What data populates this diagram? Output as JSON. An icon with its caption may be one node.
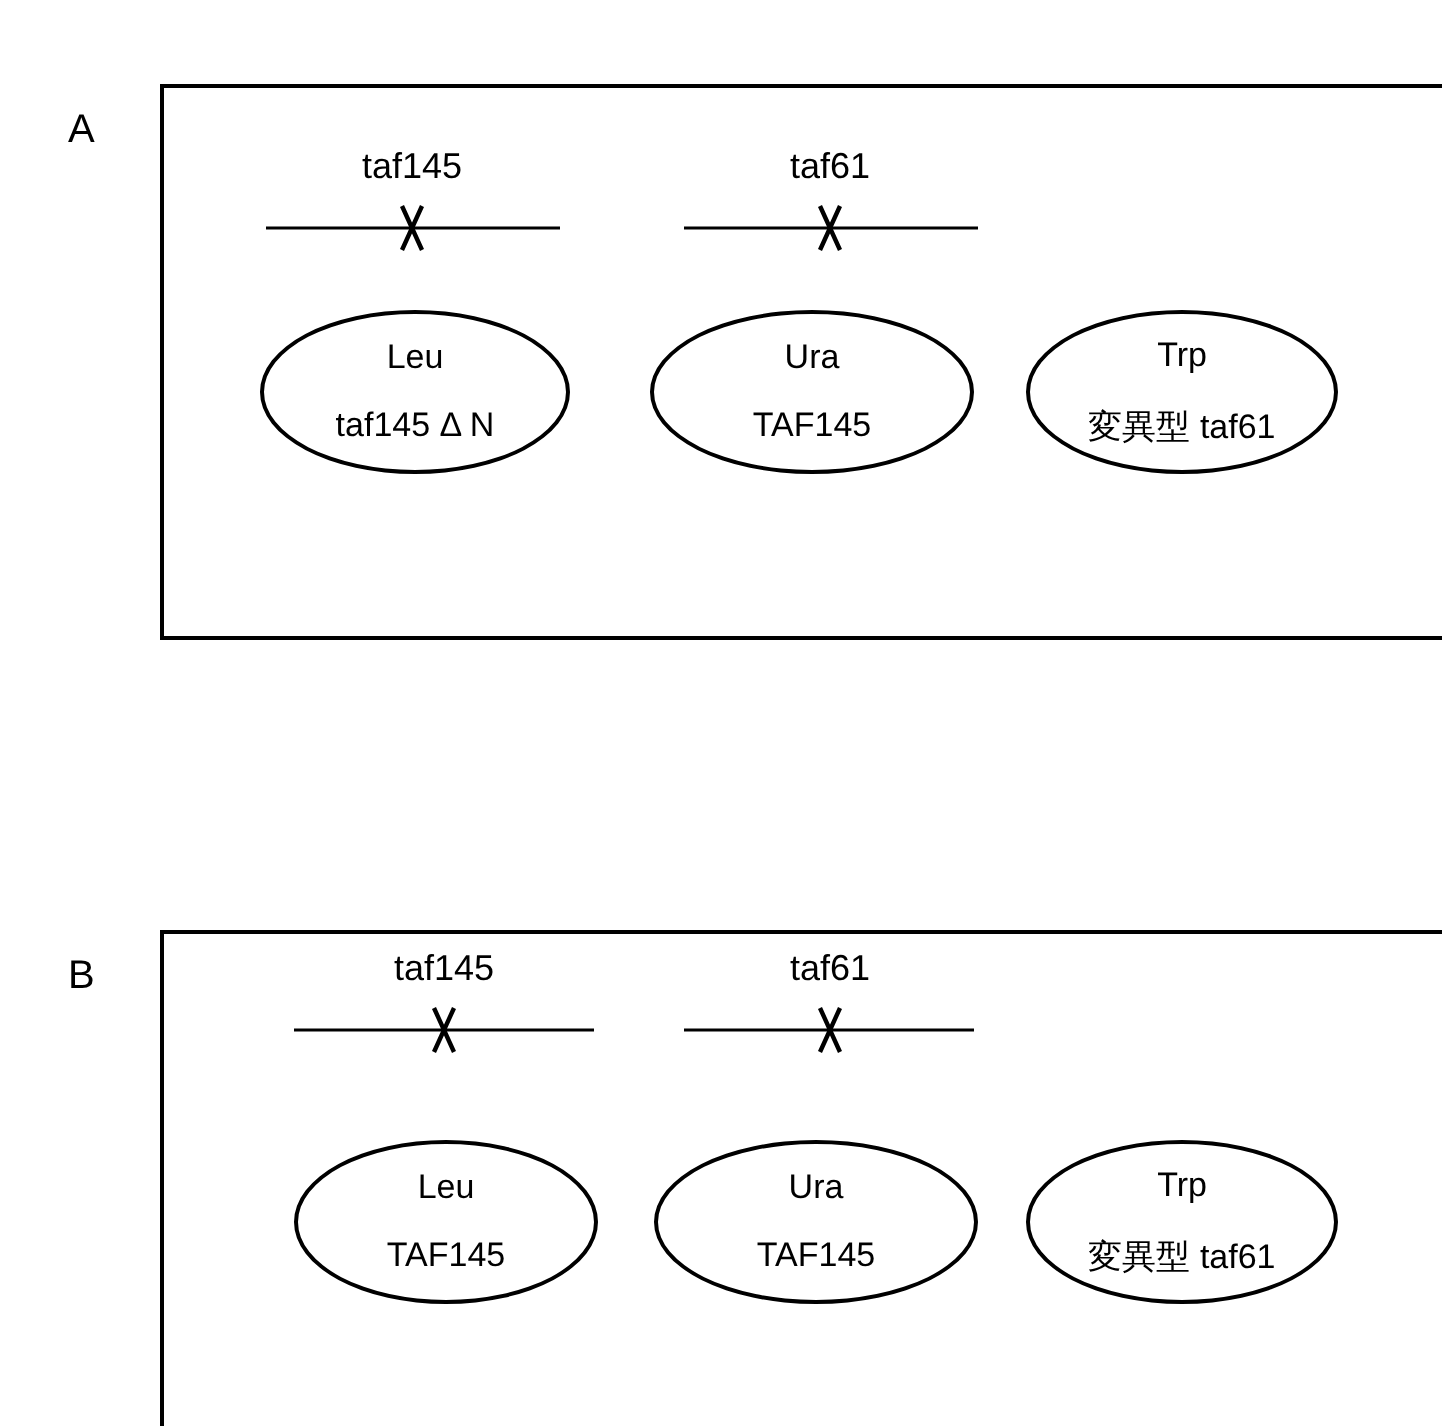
{
  "diagram": {
    "nodes": [
      {
        "text": [
          "A"
        ]
      },
      {
        "text": [
          "Leu",
          "taf145 Δ N"
        ],
        "in": 0
      },
      {
        "text": [
          "Ura",
          "TAF145"
        ],
        "in": 0
      },
      {
        "text": [
          "Trp",
          "変異型 taf61"
        ],
        "in": 0
      },
      {
        "text": [
          "B"
        ]
      },
      {
        "text": [
          "Leu",
          "TAF145"
        ],
        "in": 4
      },
      {
        "text": [
          "Ura",
          "TAF145"
        ],
        "in": 4
      },
      {
        "text": [
          "Trp",
          "変異型 taf61"
        ],
        "in": 4
      }
    ],
    "labels": [
      "taf145",
      "taf61",
      "taf145",
      "taf61"
    ]
  }
}
